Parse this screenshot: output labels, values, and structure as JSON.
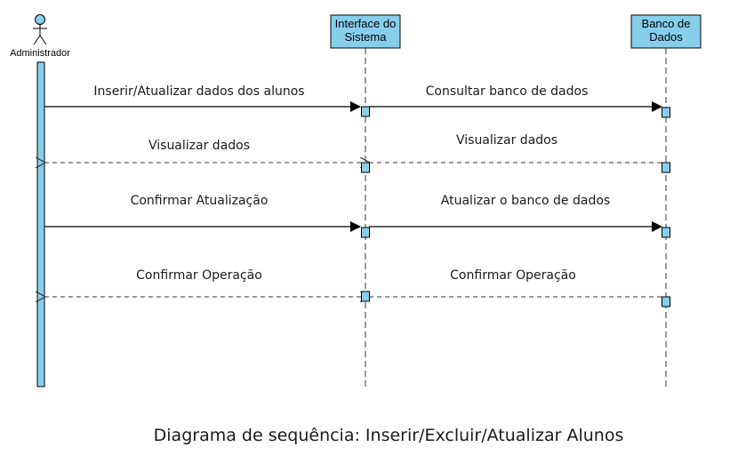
{
  "participants": {
    "actor": {
      "label": "Administrador"
    },
    "interface": {
      "label_line1": "Interface do",
      "label_line2": "Sistema"
    },
    "database": {
      "label_line1": "Banco de",
      "label_line2": "Dados"
    }
  },
  "messages": [
    {
      "label": "Inserir/Atualizar dados dos alunos",
      "from": "actor",
      "to": "interface",
      "style": "solid"
    },
    {
      "label": "Consultar banco de dados",
      "from": "interface",
      "to": "database",
      "style": "solid"
    },
    {
      "label": "Visualizar dados",
      "from": "interface",
      "to": "actor",
      "style": "dashed"
    },
    {
      "label": "Visualizar dados",
      "from": "database",
      "to": "interface",
      "style": "dashed"
    },
    {
      "label": "Confirmar Atualização",
      "from": "actor",
      "to": "interface",
      "style": "solid"
    },
    {
      "label": "Atualizar o banco de dados",
      "from": "interface",
      "to": "database",
      "style": "solid"
    },
    {
      "label": "Confirmar Operação",
      "from": "interface",
      "to": "actor",
      "style": "dashed"
    },
    {
      "label": "Confirmar Operação",
      "from": "database",
      "to": "interface",
      "style": "dashed"
    }
  ],
  "caption": "Diagrama de sequência: Inserir/Excluir/Atualizar Alunos",
  "colors": {
    "participant_fill": "#87ceeb",
    "activation_fill": "#87ceeb",
    "line": "#000000"
  }
}
